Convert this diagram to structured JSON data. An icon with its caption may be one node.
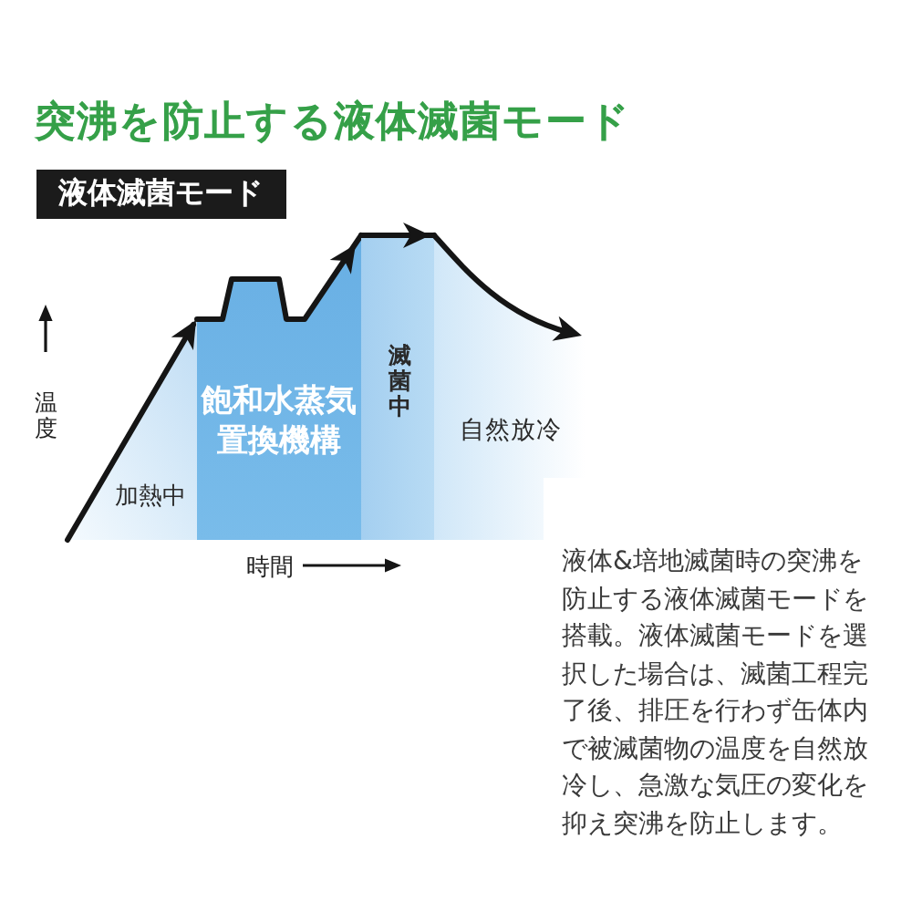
{
  "diagram": {
    "title": "突沸を防止する液体滅菌モード",
    "nodes": [
      {
        "text": [
          "液体滅菌モード"
        ]
      },
      {
        "text": [
          "加熱中"
        ]
      },
      {
        "text": [
          "飽和水蒸気置換機構"
        ]
      },
      {
        "text": [
          "滅菌中"
        ]
      },
      {
        "text": [
          "自然放冷"
        ]
      }
    ],
    "labels": [
      "温度",
      "時間",
      "液体&培地滅菌時の突沸を防止する液体滅菌モードを搭載。液体滅菌モードを選択した場合は、滅菌工程完了後、排圧を行わず缶体内で被滅菌物の温度を自然放冷し、急激な気圧の変化を抑え突沸を防止します。"
    ]
  }
}
